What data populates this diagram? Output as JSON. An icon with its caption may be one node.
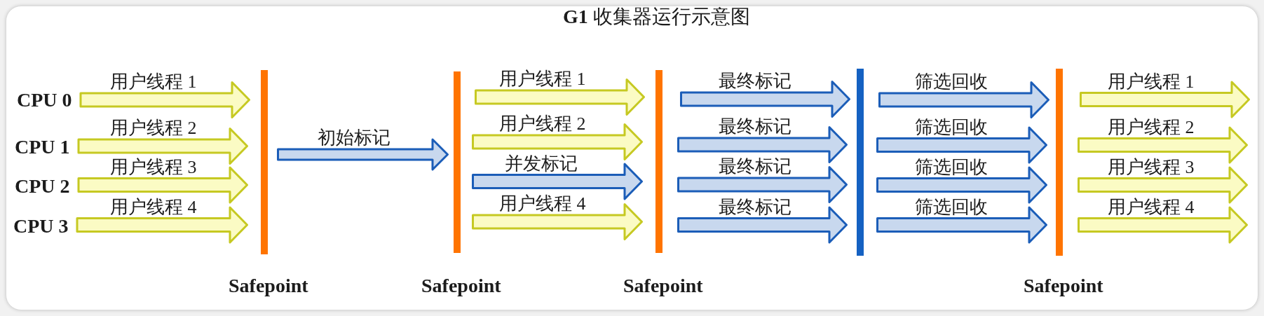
{
  "diagram": {
    "title": "**G1** 收集器运行示意图",
    "nodes": [
      {
        "text": [
          "CPU 0"
        ]
      },
      {
        "text": [
          "CPU 1"
        ]
      },
      {
        "text": [
          "CPU 2"
        ]
      },
      {
        "text": [
          "CPU 3"
        ]
      },
      {
        "text": [],
        "shape": "bar",
        "beside": [
          "Safepoint"
        ]
      },
      {
        "text": [],
        "shape": "bar",
        "beside": [
          "Safepoint"
        ]
      },
      {
        "text": [],
        "shape": "bar",
        "beside": [
          "Safepoint"
        ]
      },
      {
        "text": [],
        "shape": "bar"
      },
      {
        "text": [],
        "shape": "bar",
        "beside": [
          "Safepoint"
        ]
      }
    ],
    "edges": [
      {
        "from": 0,
        "to": 4,
        "arrow": "to",
        "label": "用户线程 1"
      },
      {
        "from": 1,
        "to": 4,
        "arrow": "to",
        "label": "用户线程 2"
      },
      {
        "from": 2,
        "to": 4,
        "arrow": "to",
        "label": "用户线程 3"
      },
      {
        "from": 3,
        "to": 4,
        "arrow": "to",
        "label": "用户线程 4"
      },
      {
        "from": 4,
        "to": 5,
        "arrow": "to",
        "label": "初始标记",
        "color": "#1b5db8"
      },
      {
        "from": 5,
        "to": 6,
        "arrow": "to",
        "label": "用户线程 1"
      },
      {
        "from": 5,
        "to": 6,
        "arrow": "to",
        "label": "用户线程 2"
      },
      {
        "from": 5,
        "to": 6,
        "arrow": "to",
        "label": "并发标记",
        "color": "#1b5db8"
      },
      {
        "from": 5,
        "to": 6,
        "arrow": "to",
        "label": "用户线程 4"
      },
      {
        "from": 6,
        "to": 7,
        "arrow": "to",
        "label": "最终标记",
        "color": "#1b5db8"
      },
      {
        "from": 6,
        "to": 7,
        "arrow": "to",
        "label": "最终标记",
        "color": "#1b5db8"
      },
      {
        "from": 6,
        "to": 7,
        "arrow": "to",
        "label": "最终标记",
        "color": "#1b5db8"
      },
      {
        "from": 6,
        "to": 7,
        "arrow": "to",
        "label": "最终标记",
        "color": "#1b5db8"
      },
      {
        "from": 7,
        "to": 8,
        "arrow": "to",
        "label": "筛选回收",
        "color": "#1b5db8"
      },
      {
        "from": 7,
        "to": 8,
        "arrow": "to",
        "label": "筛选回收",
        "color": "#1b5db8"
      },
      {
        "from": 7,
        "to": 8,
        "arrow": "to",
        "label": "筛选回收",
        "color": "#1b5db8"
      },
      {
        "from": 7,
        "to": 8,
        "arrow": "to",
        "label": "筛选回收",
        "color": "#1b5db8"
      },
      {
        "from": 8,
        "to": null,
        "arrow": "to",
        "label": "用户线程 1"
      },
      {
        "from": 8,
        "to": null,
        "arrow": "to",
        "label": "用户线程 2"
      },
      {
        "from": 8,
        "to": null,
        "arrow": "to",
        "label": "用户线程 3"
      },
      {
        "from": 8,
        "to": null,
        "arrow": "to",
        "label": "用户线程 4"
      }
    ]
  }
}
